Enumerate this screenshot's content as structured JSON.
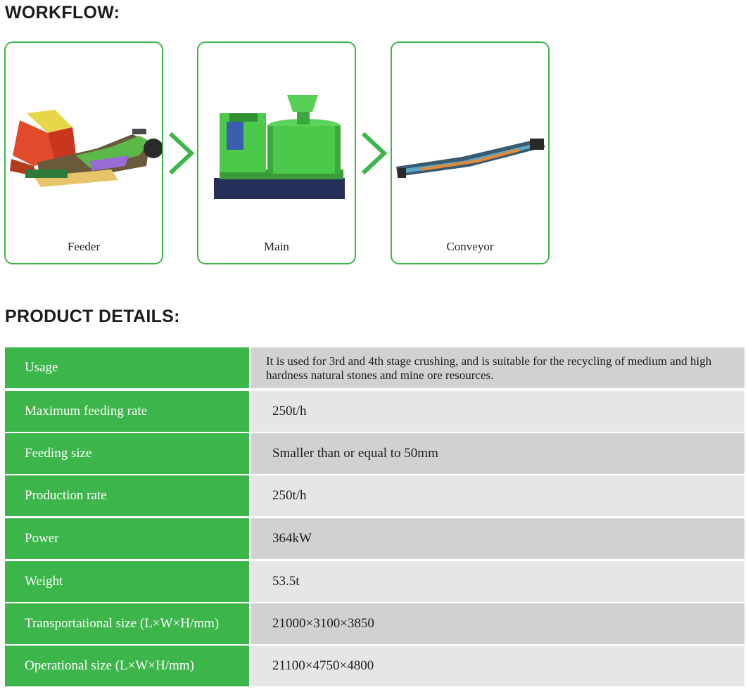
{
  "workflow": {
    "title": "WORKFLOW:",
    "steps": [
      {
        "label": "Feeder",
        "icon": "feeder-machine-illustration"
      },
      {
        "label": "Main",
        "icon": "crusher-machine-illustration"
      },
      {
        "label": "Conveyor",
        "icon": "conveyor-machine-illustration"
      }
    ],
    "arrow_icon": "chevron-right-icon",
    "accent_color": "#3cb54a"
  },
  "product_details": {
    "title": "PRODUCT DETAILS:",
    "rows": [
      {
        "key": "Usage",
        "value": "It is used for 3rd and 4th stage crushing, and is suitable for the recycling of medium and high hardness natural stones and mine ore resources."
      },
      {
        "key": "Maximum feeding rate",
        "value": "250t/h"
      },
      {
        "key": "Feeding size",
        "value": "Smaller than or equal to 50mm"
      },
      {
        "key": "Production rate",
        "value": "250t/h"
      },
      {
        "key": "Power",
        "value": "364kW"
      },
      {
        "key": "Weight",
        "value": "53.5t"
      },
      {
        "key": "Transportational size (L×W×H/mm)",
        "value": "21000×3100×3850"
      },
      {
        "key": "Operational size (L×W×H/mm)",
        "value": "21100×4750×4800"
      }
    ]
  }
}
